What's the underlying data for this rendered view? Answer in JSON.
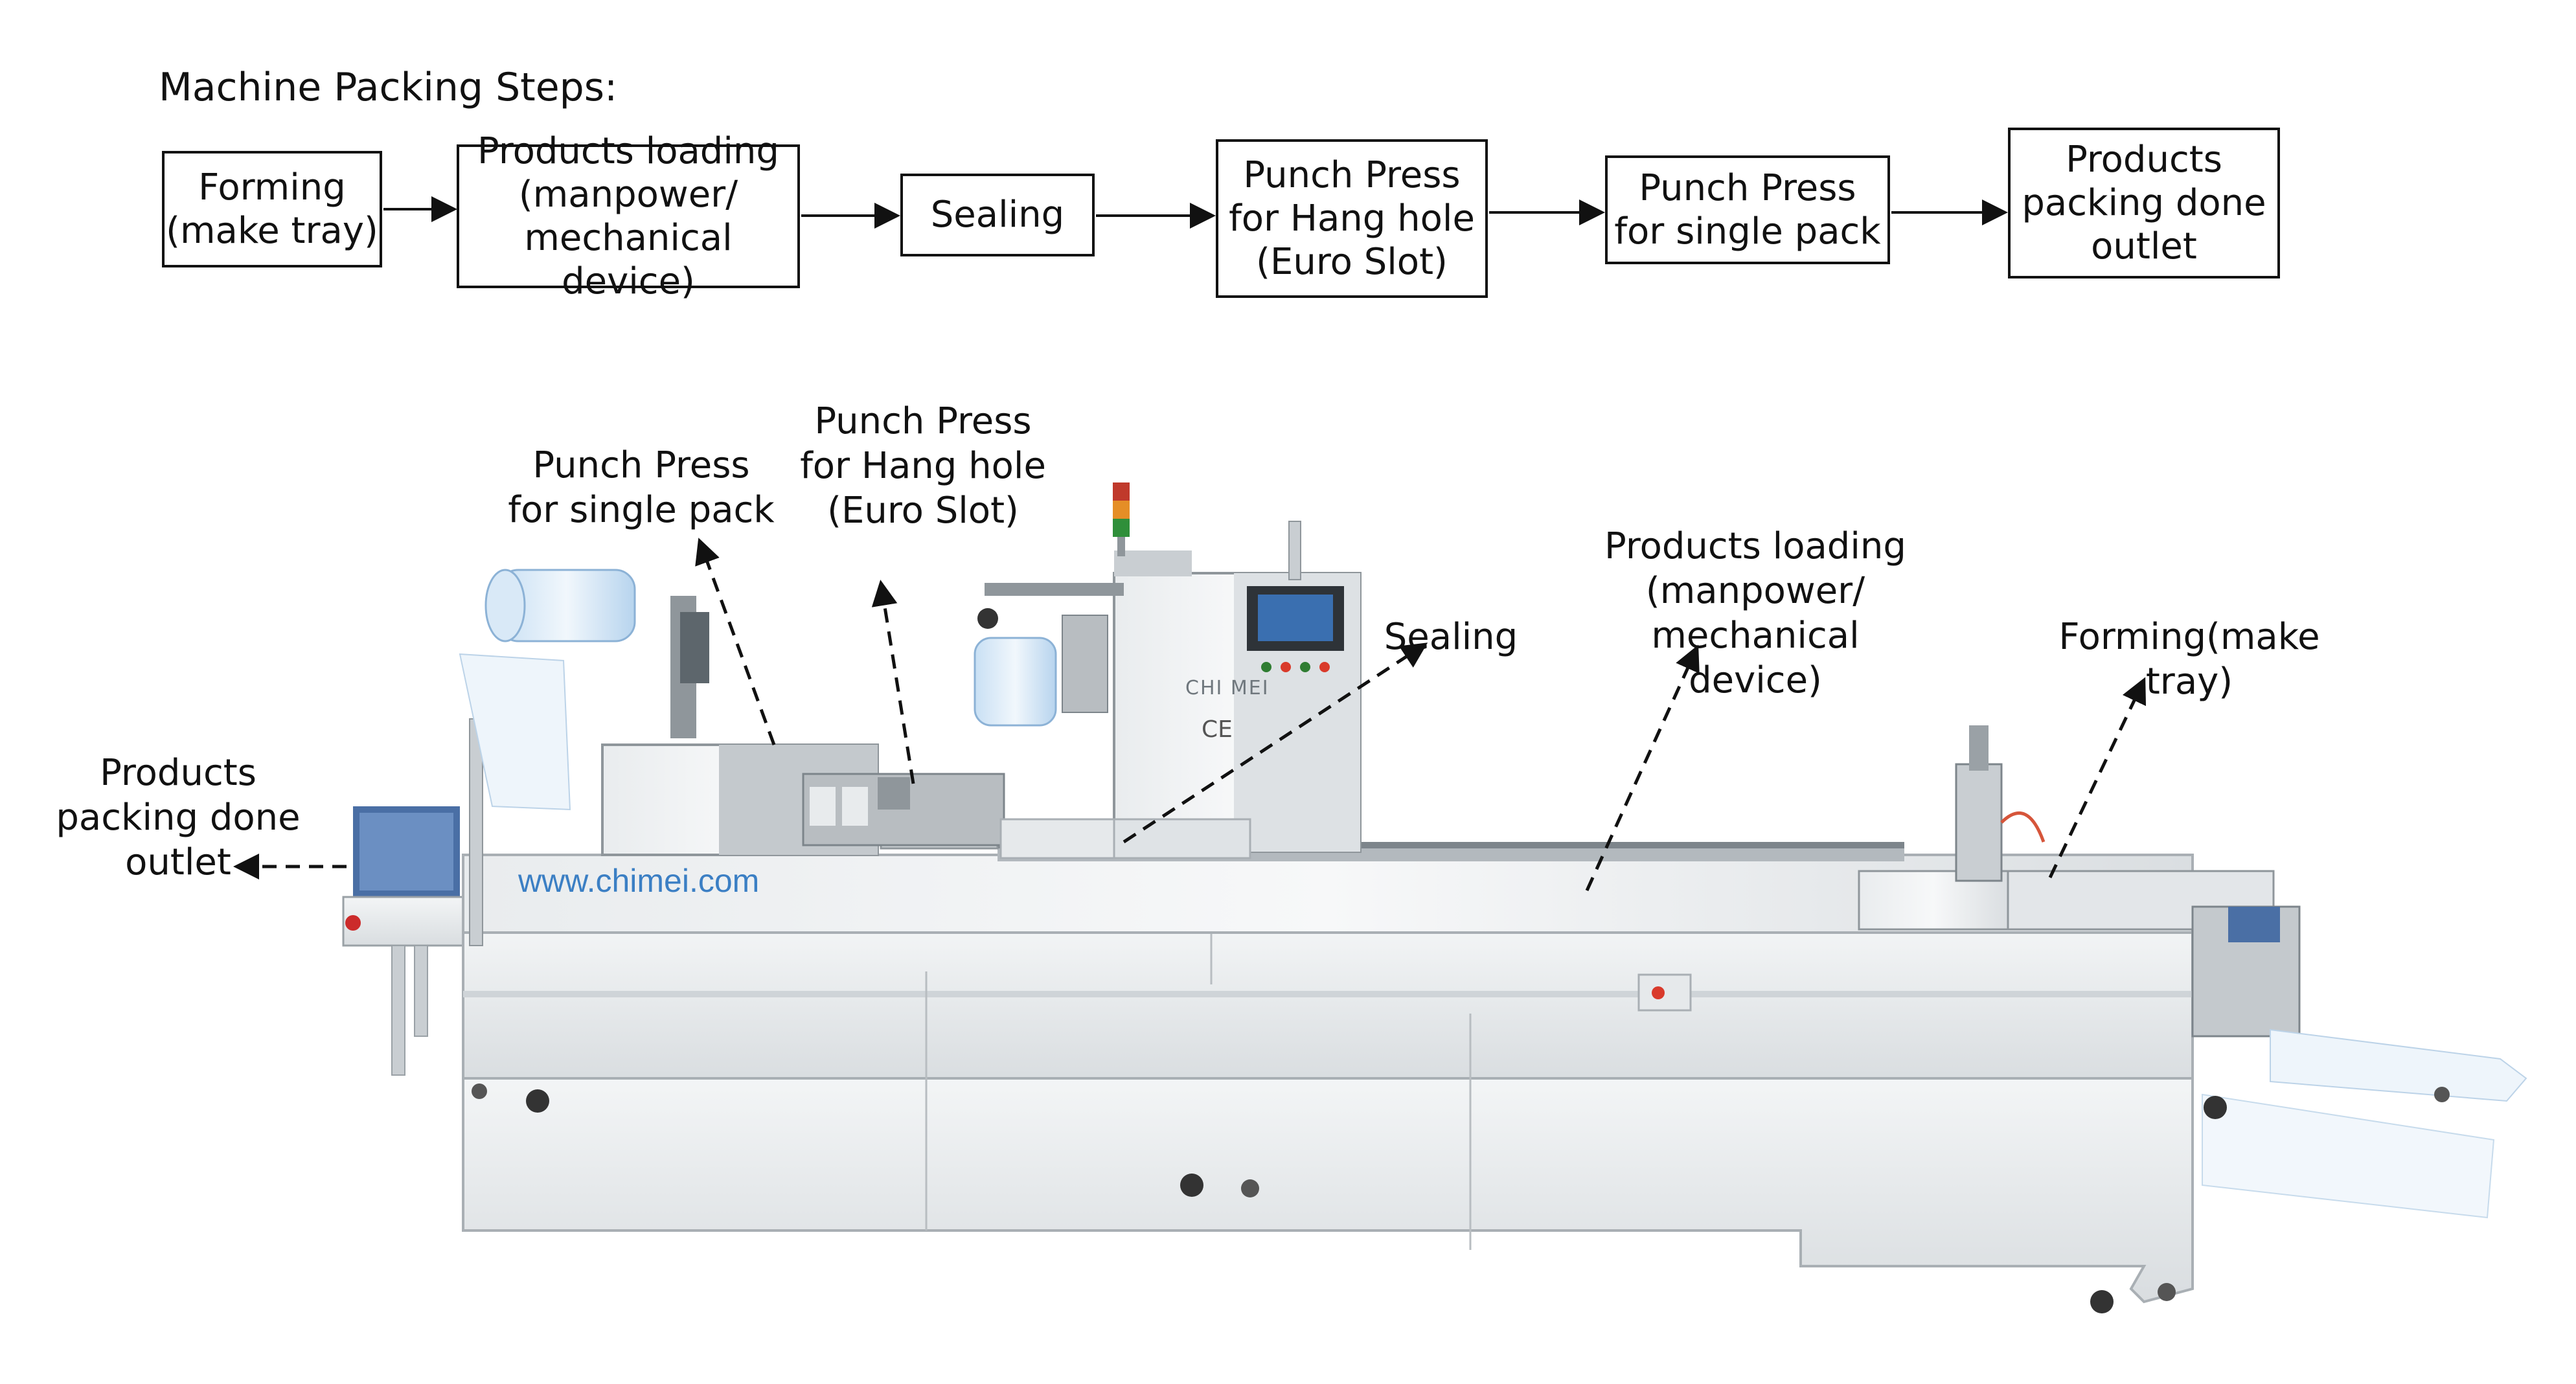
{
  "title": "Machine Packing Steps:",
  "flow_steps": [
    {
      "label": "Forming\n(make tray)"
    },
    {
      "label": "Products loading\n(manpower/\nmechanical device)"
    },
    {
      "label": "Sealing"
    },
    {
      "label": "Punch Press\nfor Hang hole\n(Euro Slot)"
    },
    {
      "label": "Punch Press\nfor single pack"
    },
    {
      "label": "Products\npacking done\noutlet"
    }
  ],
  "machine_labels": {
    "outlet": "Products\npacking done\noutlet",
    "single_pack": "Punch Press\nfor single pack",
    "hang_hole": "Punch Press\nfor Hang hole\n(Euro Slot)",
    "sealing": "Sealing",
    "loading": "Products loading\n(manpower/\nmechanical device)",
    "forming": "Forming(make tray)"
  },
  "machine_text": {
    "website": "www.chimei.com",
    "brand": "CHI MEI",
    "ce_mark": "CE"
  },
  "colors": {
    "steel_light": "#eef1f3",
    "steel_mid": "#d6dadd",
    "steel_dark": "#a9afb4",
    "film_blue": "#9cc3e6",
    "website_blue": "#3b7fc4",
    "screen_blue": "#3a6fb0"
  }
}
